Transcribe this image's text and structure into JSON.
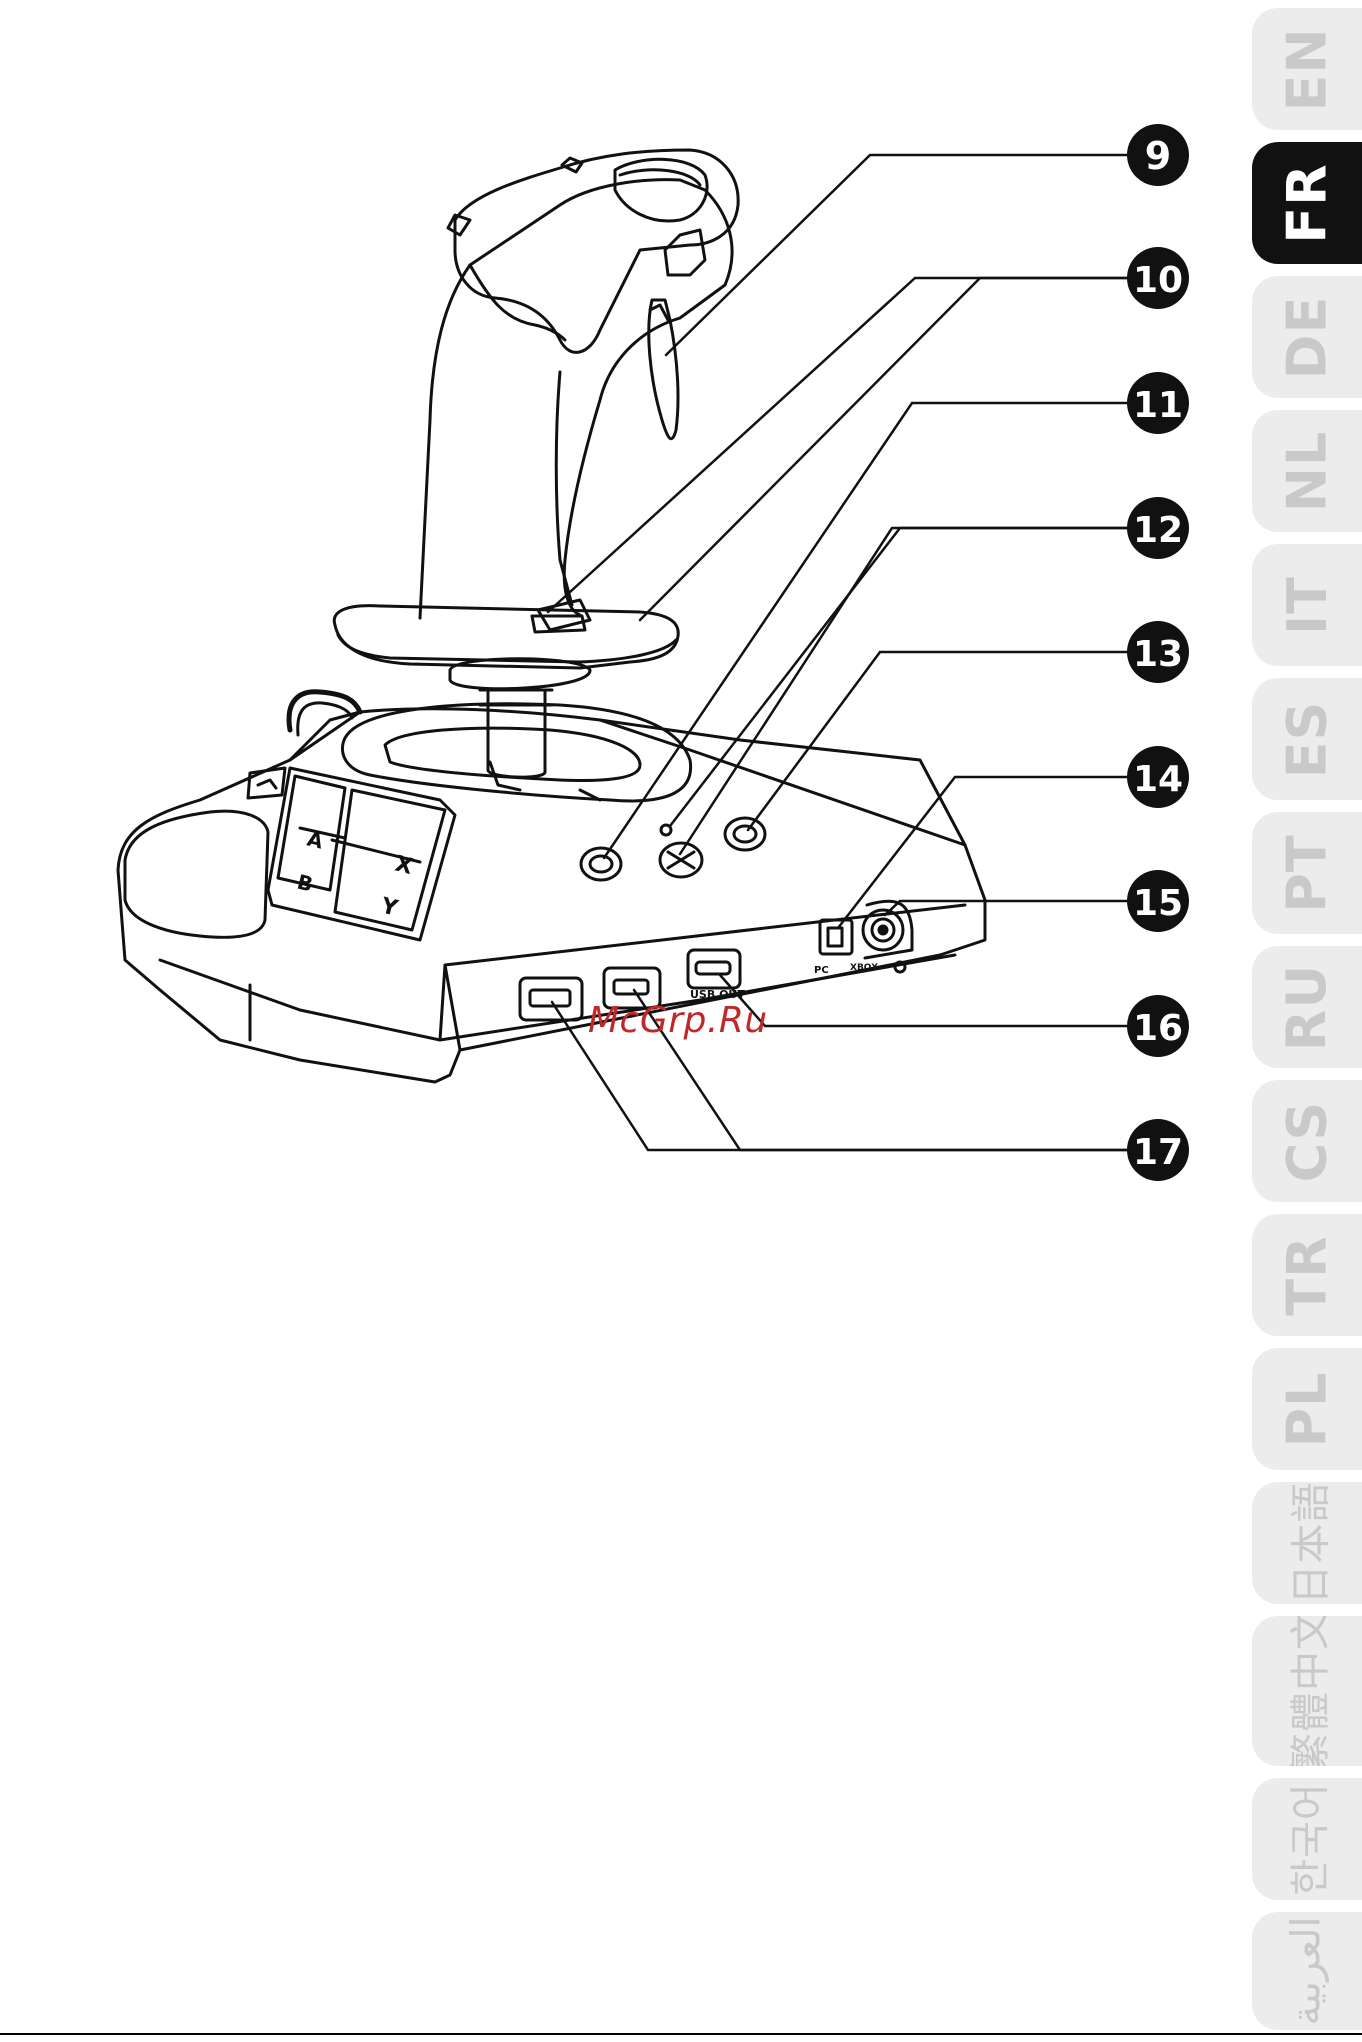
{
  "callouts": [
    "9",
    "10",
    "11",
    "12",
    "13",
    "14",
    "15",
    "16",
    "17"
  ],
  "buttons": {
    "a": "A",
    "b": "B",
    "x": "X",
    "y": "Y"
  },
  "ports": {
    "usb_out": "USB OUT",
    "pc": "PC",
    "xbox": "XBOX"
  },
  "watermark": "McGrp.Ru",
  "language_tabs": [
    {
      "label": "EN",
      "active": false
    },
    {
      "label": "FR",
      "active": true
    },
    {
      "label": "DE",
      "active": false
    },
    {
      "label": "NL",
      "active": false
    },
    {
      "label": "IT",
      "active": false
    },
    {
      "label": "ES",
      "active": false
    },
    {
      "label": "PT",
      "active": false
    },
    {
      "label": "RU",
      "active": false
    },
    {
      "label": "CS",
      "active": false
    },
    {
      "label": "TR",
      "active": false
    },
    {
      "label": "PL",
      "active": false
    },
    {
      "label": "日本語",
      "active": false
    },
    {
      "label": "繁體中文",
      "active": false
    },
    {
      "label": "한국어",
      "active": false
    },
    {
      "label": "العربية",
      "active": false
    }
  ],
  "colors": {
    "active_tab": "#111111",
    "inactive_tab": "#ececec",
    "watermark": "#c0282a"
  }
}
